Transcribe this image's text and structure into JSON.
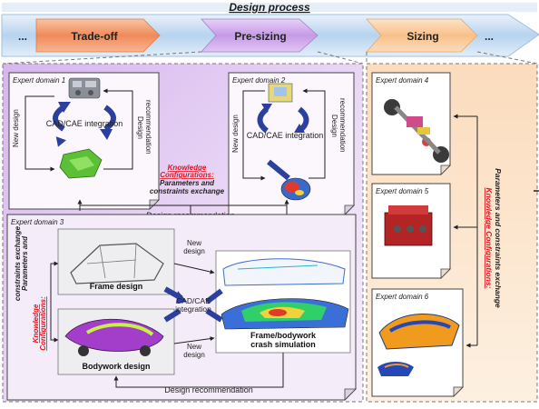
{
  "header": {
    "title": "Design process",
    "ellipsis_left": "...",
    "ellipsis_right": "...",
    "stages": [
      "Trade-off",
      "Pre-sizing",
      "Sizing"
    ]
  },
  "domain1": {
    "title": "Expert domain 1",
    "new_design": "New design",
    "cad": "CAD/CAE integration",
    "rec_line1": "Design",
    "rec_line2": "recommendation"
  },
  "domain2": {
    "title": "Expert domain 2",
    "new_design": "New design",
    "cad": "CAD/CAE integration",
    "rec_line1": "Design",
    "rec_line2": "recommendation"
  },
  "knowledge_mid": {
    "line1": "Knowledge",
    "line2": "Configurations:",
    "line3": "Parameters and",
    "line4": "constraints exchange"
  },
  "link_recommendation": "Design recommendation",
  "domain3": {
    "title": "Expert domain 3",
    "frame": "Frame design",
    "bodywork": "Bodywork design",
    "crash_line1": "Frame/bodywork",
    "crash_line2": "crash simulation",
    "new_design_top_1": "New",
    "new_design_top_2": "design",
    "new_design_bottom_1": "New",
    "new_design_bottom_2": "design",
    "cad_line1": "CAD/CAE",
    "cad_line2": "integration",
    "bottom_rec": "Design recommendation"
  },
  "knowledge_left": {
    "line1": "Knowledge",
    "line2": "Configurations:",
    "line3": "Parameters and",
    "line4": "constraints exchange"
  },
  "domain4": {
    "title": "Expert domain 4"
  },
  "domain5": {
    "title": "Expert domain 5"
  },
  "domain6": {
    "title": "Expert domain 6"
  },
  "knowledge_right": {
    "line1": "Knowledge Configurations:",
    "line2": "Parameters and constraints exchange"
  },
  "colors": {
    "arrow_blue": "#2a3f9e",
    "purple_light": "#ecdcf6",
    "purple_mid": "#c39ae4",
    "orange_light": "#fbe2c6",
    "red_text": "#e8101a"
  }
}
